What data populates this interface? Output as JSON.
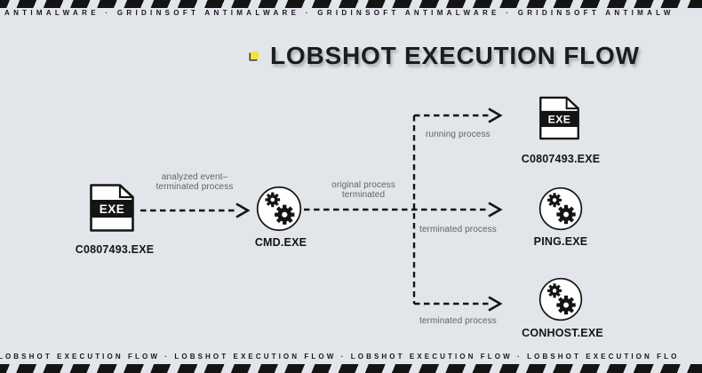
{
  "colors": {
    "background": "#e2e6ea",
    "ink": "#141414",
    "label_gray": "#5d6367",
    "bullet_yellow": "#f2e23a",
    "node_fill": "#ffffff"
  },
  "banner_top": {
    "text": "ANTIMALWARE · GRIDINSOFT ANTIMALWARE · GRIDINSOFT ANTIMALWARE · GRIDINSOFT ANTIMALW"
  },
  "banner_bottom": {
    "text": "LOBSHOT EXECUTION FLOW · LOBSHOT EXECUTION FLOW · LOBSHOT EXECUTION FLOW · LOBSHOT EXECUTION FLO"
  },
  "title": {
    "text": "LOBSHOT EXECUTION FLOW"
  },
  "diagram": {
    "file_badge": "EXE",
    "nodes": {
      "source": {
        "label": "C0807493.EXE",
        "type": "exe-file"
      },
      "cmd": {
        "label": "CMD.EXE",
        "type": "process"
      },
      "spawned_exe": {
        "label": "C0807493.EXE",
        "type": "exe-file"
      },
      "ping": {
        "label": "PING.EXE",
        "type": "process"
      },
      "conhost": {
        "label": "CONHOST.EXE",
        "type": "process"
      }
    },
    "edges": {
      "source_to_cmd": {
        "line1": "analyzed event–",
        "line2": "terminated process"
      },
      "cmd_to_branch": {
        "line1": "original process",
        "line2": "terminated"
      },
      "branch_to_exe": {
        "label": "running process"
      },
      "branch_to_ping": {
        "label": "terminated process"
      },
      "branch_to_conhost": {
        "label": "terminated process"
      }
    }
  }
}
